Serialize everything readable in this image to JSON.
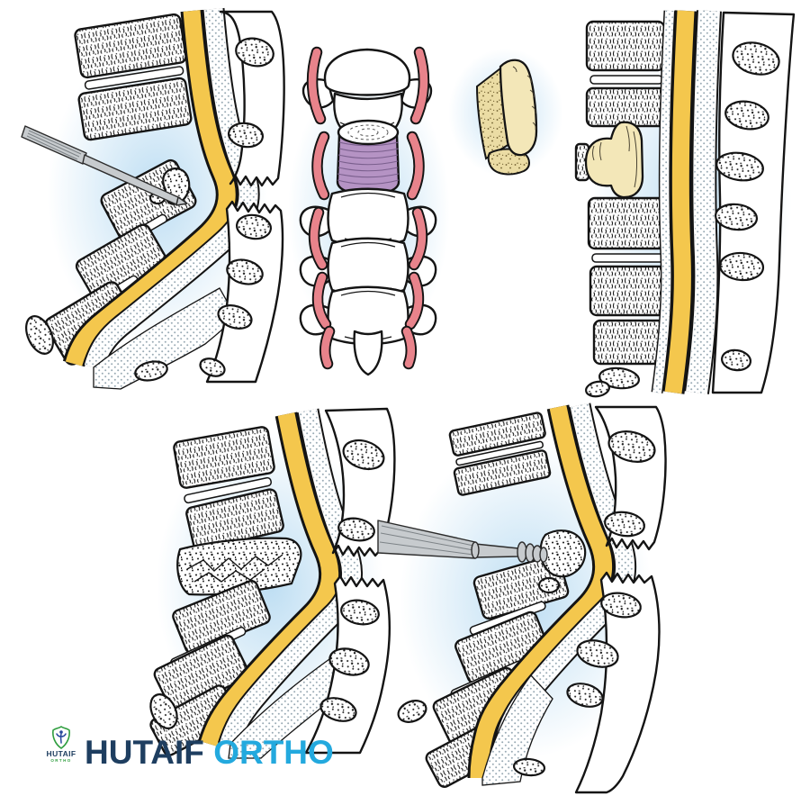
{
  "logo": {
    "watermark_primary": "HUTAIF",
    "watermark_secondary": "ORTHO",
    "badge_title": "HUTAIF",
    "badge_subtitle": "ORTHO"
  },
  "theme": {
    "colors": {
      "outline": "#141414",
      "cord": "#F4C74D",
      "dura": "#9AAAB4",
      "vessel": "#E8838B",
      "canal": "#B593C4",
      "graft": "#F3E7B8",
      "graftcut": "#EBDCA4",
      "metal": "#C7CBCE",
      "glow": "#BEDFF3",
      "navy": "#1E3E60",
      "cyan": "#23A9DE",
      "green": "#2F9E3F",
      "blue": "#27489C"
    }
  },
  "figures": [
    {
      "name": "kyphotic-spine-discectomy-with-curette"
    },
    {
      "name": "anterior-spinal-column-after-corpectomy"
    },
    {
      "name": "strut-bone-graft-piece"
    },
    {
      "name": "lateral-spine-with-graft-in-place"
    },
    {
      "name": "lateral-spine-burst-fracture-kyphosis"
    },
    {
      "name": "lateral-spine-fragment-removal-with-burr"
    }
  ]
}
